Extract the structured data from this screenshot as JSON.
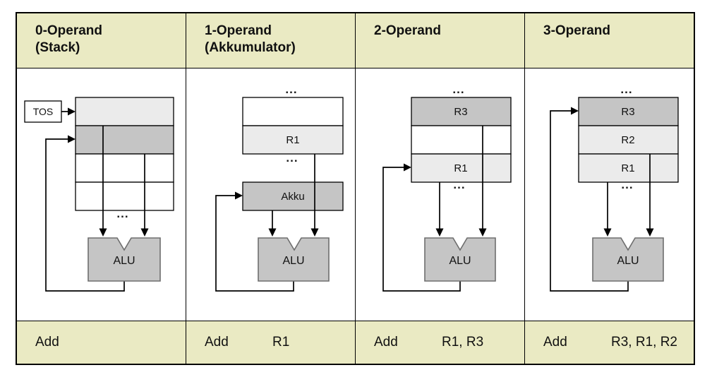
{
  "colors": {
    "band_bg": "#eaeac3",
    "register_light": "#ebebeb",
    "register_gray": "#c5c5c5",
    "register_white": "#ffffff",
    "alu_fill": "#c5c5c5"
  },
  "table": {
    "columns": [
      {
        "id": "stack",
        "header_line1": "0-Operand",
        "header_line2": "(Stack)",
        "instruction_mnemonic": "Add",
        "instruction_operands": ""
      },
      {
        "id": "akkumulator",
        "header_line1": "1-Operand",
        "header_line2": "(Akkumulator)",
        "instruction_mnemonic": "Add",
        "instruction_operands": "R1"
      },
      {
        "id": "two-operand",
        "header_line1": "2-Operand",
        "header_line2": "",
        "instruction_mnemonic": "Add",
        "instruction_operands": "R1, R3"
      },
      {
        "id": "three-operand",
        "header_line1": "3-Operand",
        "header_line2": "",
        "instruction_mnemonic": "Add",
        "instruction_operands": "R3, R1, R2"
      }
    ]
  },
  "diagrams": {
    "ellipsis": "...",
    "alu_label": "ALU",
    "stack": {
      "tos_label": "TOS"
    },
    "akkumulator": {
      "r1_label": "R1",
      "akku_label": "Akku"
    },
    "two_operand": {
      "r3_label": "R3",
      "r1_label": "R1"
    },
    "three_operand": {
      "r3_label": "R3",
      "r2_label": "R2",
      "r1_label": "R1"
    }
  }
}
